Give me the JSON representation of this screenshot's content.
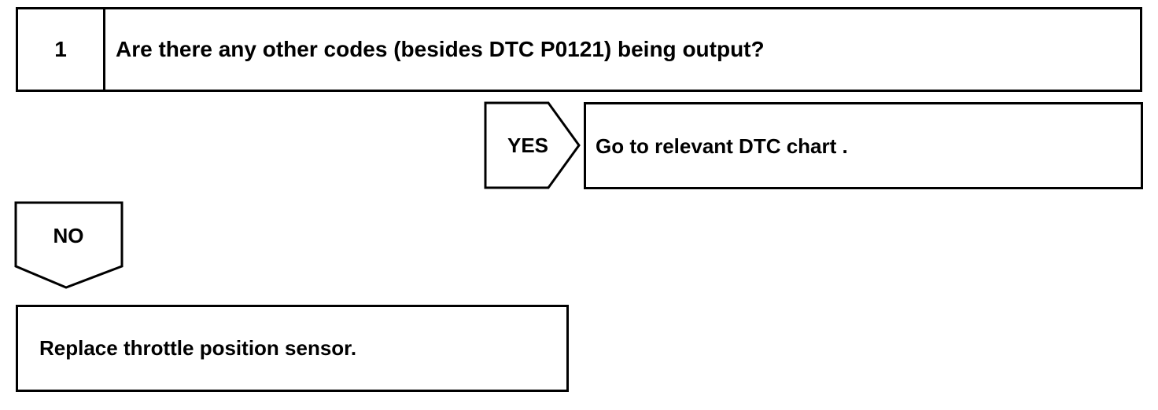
{
  "step": {
    "number": "1",
    "question": "Are there any other codes (besides DTC P0121) being output?"
  },
  "yes_branch": {
    "label": "YES",
    "action": "Go to relevant DTC chart ."
  },
  "no_branch": {
    "label": "NO",
    "action": "Replace throttle position sensor."
  }
}
